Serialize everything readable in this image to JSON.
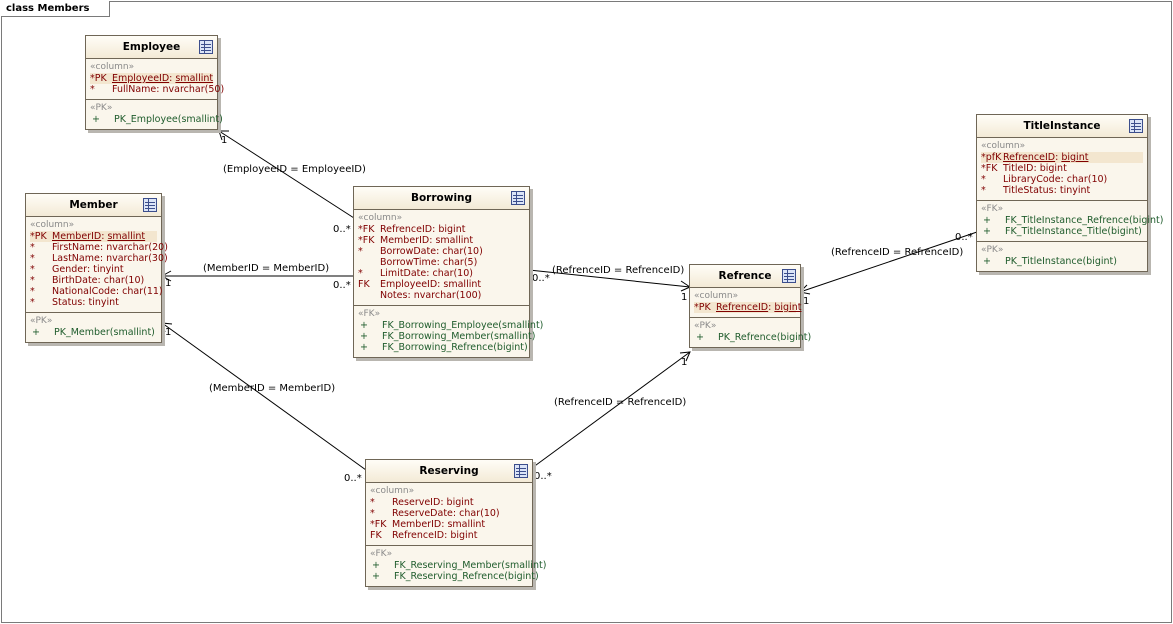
{
  "diagram": {
    "frame_title": "class Members"
  },
  "tables": {
    "employee": {
      "name": "Employee",
      "sections": [
        {
          "stereotype": "«column»",
          "rows": [
            {
              "marker": "*PK",
              "name": "EmployeeID",
              "type": "smallint",
              "pk": true
            },
            {
              "marker": "*",
              "name": "FullName",
              "type": "nvarchar(50)"
            }
          ]
        },
        {
          "stereotype": "«PK»",
          "ops": [
            {
              "marker": "+",
              "text": "PK_Employee(smallint)"
            }
          ]
        }
      ]
    },
    "member": {
      "name": "Member",
      "sections": [
        {
          "stereotype": "«column»",
          "rows": [
            {
              "marker": "*PK",
              "name": "MemberID",
              "type": "smallint",
              "pk": true
            },
            {
              "marker": "*",
              "name": "FirstName",
              "type": "nvarchar(20)"
            },
            {
              "marker": "*",
              "name": "LastName",
              "type": "nvarchar(30)"
            },
            {
              "marker": "*",
              "name": "Gender",
              "type": "tinyint"
            },
            {
              "marker": "*",
              "name": "BirthDate",
              "type": "char(10)"
            },
            {
              "marker": "*",
              "name": "NationalCode",
              "type": "char(11)"
            },
            {
              "marker": "*",
              "name": "Status",
              "type": "tinyint"
            }
          ]
        },
        {
          "stereotype": "«PK»",
          "ops": [
            {
              "marker": "+",
              "text": "PK_Member(smallint)"
            }
          ]
        }
      ]
    },
    "borrowing": {
      "name": "Borrowing",
      "sections": [
        {
          "stereotype": "«column»",
          "rows": [
            {
              "marker": "*FK",
              "name": "RefrenceID",
              "type": "bigint"
            },
            {
              "marker": "*FK",
              "name": "MemberID",
              "type": "smallint"
            },
            {
              "marker": "*",
              "name": "BorrowDate",
              "type": "char(10)"
            },
            {
              "marker": "",
              "name": "BorrowTime",
              "type": "char(5)"
            },
            {
              "marker": "*",
              "name": "LimitDate",
              "type": "char(10)"
            },
            {
              "marker": "FK",
              "name": "EmployeeID",
              "type": "smallint"
            },
            {
              "marker": "",
              "name": "Notes",
              "type": "nvarchar(100)"
            }
          ]
        },
        {
          "stereotype": "«FK»",
          "ops": [
            {
              "marker": "+",
              "text": "FK_Borrowing_Employee(smallint)"
            },
            {
              "marker": "+",
              "text": "FK_Borrowing_Member(smallint)"
            },
            {
              "marker": "+",
              "text": "FK_Borrowing_Refrence(bigint)"
            }
          ]
        }
      ]
    },
    "refrence": {
      "name": "Refrence",
      "sections": [
        {
          "stereotype": "«column»",
          "rows": [
            {
              "marker": "*PK",
              "name": "RefrenceID",
              "type": "bigint",
              "pk": true
            }
          ]
        },
        {
          "stereotype": "«PK»",
          "ops": [
            {
              "marker": "+",
              "text": "PK_Refrence(bigint)"
            }
          ]
        }
      ]
    },
    "reserving": {
      "name": "Reserving",
      "sections": [
        {
          "stereotype": "«column»",
          "rows": [
            {
              "marker": "*",
              "name": "ReserveID",
              "type": "bigint"
            },
            {
              "marker": "*",
              "name": "ReserveDate",
              "type": "char(10)"
            },
            {
              "marker": "*FK",
              "name": "MemberID",
              "type": "smallint"
            },
            {
              "marker": "FK",
              "name": "RefrenceID",
              "type": "bigint"
            }
          ]
        },
        {
          "stereotype": "«FK»",
          "ops": [
            {
              "marker": "+",
              "text": "FK_Reserving_Member(smallint)"
            },
            {
              "marker": "+",
              "text": "FK_Reserving_Refrence(bigint)"
            }
          ]
        }
      ]
    },
    "titleinstance": {
      "name": "TitleInstance",
      "sections": [
        {
          "stereotype": "«column»",
          "rows": [
            {
              "marker": "*pfK",
              "name": "RefrenceID",
              "type": "bigint",
              "pk": true
            },
            {
              "marker": "*FK",
              "name": "TitleID",
              "type": "bigint"
            },
            {
              "marker": "*",
              "name": "LibraryCode",
              "type": "char(10)"
            },
            {
              "marker": "*",
              "name": "TitleStatus",
              "type": "tinyint"
            }
          ]
        },
        {
          "stereotype": "«FK»",
          "ops": [
            {
              "marker": "+",
              "text": "FK_TitleInstance_Refrence(bigint)"
            },
            {
              "marker": "+",
              "text": "FK_TitleInstance_Title(bigint)"
            }
          ]
        },
        {
          "stereotype": "«PK»",
          "ops": [
            {
              "marker": "+",
              "text": "PK_TitleInstance(bigint)"
            }
          ]
        }
      ]
    }
  },
  "connectors": {
    "employee": {
      "label": "(EmployeeID = EmployeeID)",
      "from_mult": "0..*",
      "to_mult": "1"
    },
    "member_borrowing": {
      "label": "(MemberID = MemberID)",
      "from_mult": "0..*",
      "to_mult": "1"
    },
    "member_reserving": {
      "label": "(MemberID = MemberID)",
      "from_mult": "0..*",
      "to_mult": "1"
    },
    "ref_borrowing": {
      "label": "(RefrenceID = RefrenceID)",
      "from_mult": "0..*",
      "to_mult": "1"
    },
    "ref_reserving": {
      "label": "(RefrenceID = RefrenceID)",
      "from_mult": "0..*",
      "to_mult": "1"
    },
    "ref_titleinstance": {
      "label": "(RefrenceID = RefrenceID)",
      "from_mult": "0..*",
      "to_mult": "1"
    }
  }
}
